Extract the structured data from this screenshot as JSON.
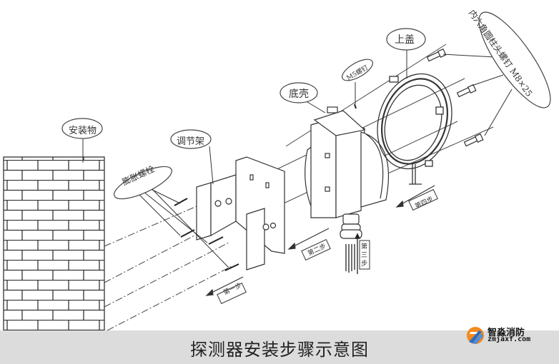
{
  "caption": "探测器安装步骤示意图",
  "brand": {
    "name": "智淼消防",
    "url": "zmjaxf.com",
    "colors": {
      "orange": "#f28a1c",
      "blue": "#2a6fc9"
    }
  },
  "labels": {
    "mount_surface": "安装物",
    "expansion_bolt": "膨胀螺栓",
    "bracket": "调节架",
    "base_shell": "底壳",
    "m5_screw": "M5螺钉",
    "top_cover": "上盖",
    "socket_screw": "内六角圆柱头螺钉 M8×25"
  },
  "steps": {
    "step1": "第一步",
    "step2": "第二步",
    "step3": "第三步",
    "step4": "第四步"
  },
  "colors": {
    "line": "#333333",
    "caption_bg": "#dcdcdc",
    "text": "#222222"
  }
}
